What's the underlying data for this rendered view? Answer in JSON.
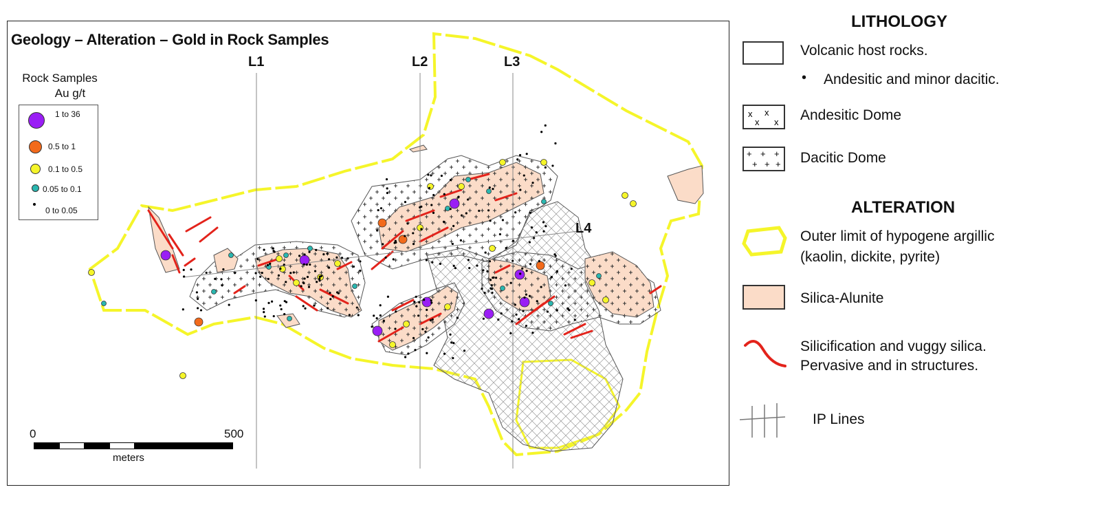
{
  "map": {
    "title": "Geology – Alteration – Gold in Rock Samples",
    "ip_lines": [
      "L1",
      "L2",
      "L3",
      "L4"
    ],
    "rock_samples": {
      "title_line1": "Rock Samples",
      "title_line2": "Au g/t",
      "classes": [
        {
          "label": "1 to 36",
          "color": "#9a1ef5"
        },
        {
          "label": "0.5 to 1",
          "color": "#f26a1b"
        },
        {
          "label": "0.1 to 0.5",
          "color": "#f5f52a"
        },
        {
          "label": "0.05 to 0.1",
          "color": "#2ab7b0"
        },
        {
          "label": "0 to 0.05",
          "color": "#000000"
        }
      ]
    },
    "scale": {
      "start": "0",
      "end": "500",
      "unit": "meters"
    }
  },
  "legend": {
    "lithology": {
      "heading": "LITHOLOGY",
      "volcanic": "Volcanic host rocks.",
      "volcanic_note": "Andesitic and minor dacitic.",
      "andesitic_dome": "Andesitic Dome",
      "dacitic_dome": "Dacitic Dome"
    },
    "alteration": {
      "heading": "ALTERATION",
      "argillic_line1": "Outer limit of hypogene argillic",
      "argillic_line2": "(kaolin, dickite, pyrite)",
      "silica_alunite": "Silica-Alunite",
      "silicification_line1": "Silicification and vuggy silica.",
      "silicification_line2": "Pervasive and in structures."
    },
    "ip_lines": "IP Lines"
  },
  "colors": {
    "argillic": "#f5f52a",
    "silica_alunite": "#fbdcc8",
    "silicification": "#e3231b",
    "frame": "#222222"
  }
}
